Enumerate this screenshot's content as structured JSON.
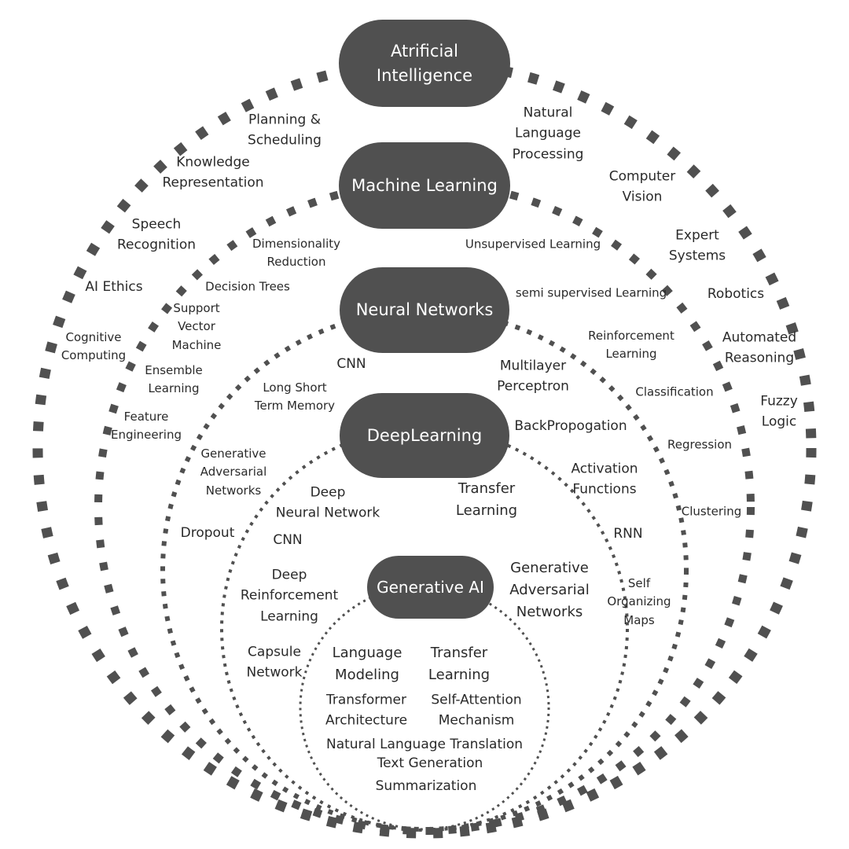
{
  "colors": {
    "ring": "#505050",
    "pill": "#505050",
    "pill_text": "#ffffff",
    "label_text": "#2a2a2a"
  },
  "layers": {
    "ai": "Atrificial\nIntelligence",
    "ml": "Machine Learning",
    "nn": "Neural Networks",
    "dl": "DeepLearning",
    "genai": "Generative AI"
  },
  "ai_topics": {
    "planning": "Planning &\nScheduling",
    "knowledge": "Knowledge\nRepresentation",
    "speech": "Speech\nRecognition",
    "ethics": "AI  Ethics",
    "cognitive": "Cognitive\nComputing",
    "nlp": "Natural\nLanguage\nProcessing",
    "cv": "Computer\nVision",
    "expert": "Expert\nSystems",
    "robotics": "Robotics",
    "automated": "Automated\nReasoning",
    "fuzzy": "Fuzzy\nLogic"
  },
  "ml_topics": {
    "dimred": "Dimensionality\nReduction",
    "dtrees": "Decision Trees",
    "svm": "Support\nVector\nMachine",
    "ensemble": "Ensemble\nLearning",
    "feature": "Feature\nEngineering",
    "unsup": "Unsupervised Learning",
    "semi": "semi supervised Learning",
    "reinf": "Reinforcement\nLearning",
    "classif": "Classification",
    "regress": "Regression",
    "cluster": "Clustering"
  },
  "nn_topics": {
    "cnn": "CNN",
    "lstm": "Long Short\nTerm Memory",
    "gan": "Generative\nAdversarial\nNetworks",
    "dropout": "Dropout",
    "mlp": "Multilayer\nPerceptron",
    "backprop": "BackPropogation",
    "activation": "Activation\nFunctions",
    "rnn": "RNN",
    "som": "Self\nOrganizing\nMaps"
  },
  "dl_topics": {
    "dnn": "Deep\nNeural Network",
    "cnn": "CNN",
    "drl": "Deep\nReinforcement\nLearning",
    "capsule": "Capsule\nNetwork",
    "transfer": "Transfer\nLearning",
    "gan": "Generative\nAdversarial\nNetworks"
  },
  "genai_topics": {
    "lm": "Language\nModeling",
    "transfer": "Transfer\nLearning",
    "transformer": "Transformer\nArchitecture",
    "selfattn": "Self-Attention\nMechanism",
    "nlt": "Natural Language Translation",
    "textgen": "Text Generation",
    "summ": "Summarization"
  }
}
